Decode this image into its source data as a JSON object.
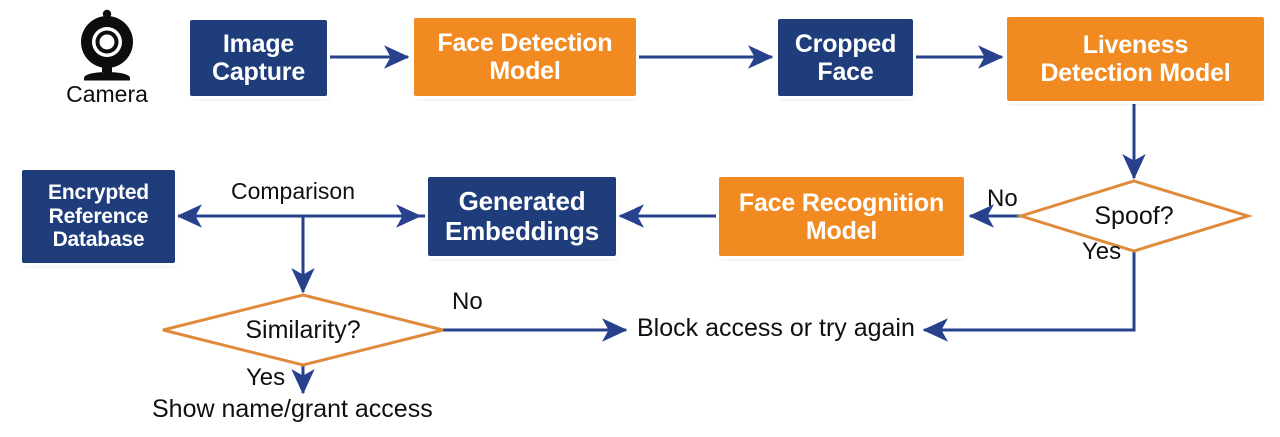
{
  "diagram": {
    "title": "Face recognition access-control flowchart",
    "colors": {
      "blue_fill": "#1F3D7A",
      "orange_fill": "#F18A21",
      "diamond_stroke": "#E08A3C",
      "arrow": "#27418C",
      "text_dark": "#101010",
      "text_light": "#FFFFFF",
      "background": "#FFFFFF"
    },
    "camera": {
      "icon": "webcam-icon",
      "caption": "Camera"
    },
    "nodes": [
      {
        "id": "image-capture",
        "type": "process",
        "style": "blue",
        "lines": [
          "Image",
          "Capture"
        ]
      },
      {
        "id": "face-detection",
        "type": "process",
        "style": "orange",
        "lines": [
          "Face Detection",
          "Model"
        ]
      },
      {
        "id": "cropped-face",
        "type": "process",
        "style": "blue",
        "lines": [
          "Cropped",
          "Face"
        ]
      },
      {
        "id": "liveness",
        "type": "process",
        "style": "orange",
        "lines": [
          "Liveness",
          "Detection Model"
        ]
      },
      {
        "id": "reference-db",
        "type": "process",
        "style": "blue",
        "lines": [
          "Encrypted",
          "Reference",
          "Database"
        ]
      },
      {
        "id": "embeddings",
        "type": "process",
        "style": "blue",
        "lines": [
          "Generated",
          "Embeddings"
        ]
      },
      {
        "id": "face-recognition",
        "type": "process",
        "style": "orange",
        "lines": [
          "Face Recognition",
          "Model"
        ]
      }
    ],
    "decisions": [
      {
        "id": "spoof",
        "label": "Spoof?"
      },
      {
        "id": "similarity",
        "label": "Similarity?"
      }
    ],
    "edge_labels": [
      {
        "id": "comparison",
        "text": "Comparison"
      },
      {
        "id": "spoof-no",
        "text": "No"
      },
      {
        "id": "spoof-yes",
        "text": "Yes"
      },
      {
        "id": "similarity-no",
        "text": "No"
      },
      {
        "id": "similarity-yes",
        "text": "Yes"
      }
    ],
    "terminals": [
      {
        "id": "block-access",
        "text": "Block access or try again"
      },
      {
        "id": "grant-access",
        "text": "Show name/grant access"
      }
    ]
  }
}
